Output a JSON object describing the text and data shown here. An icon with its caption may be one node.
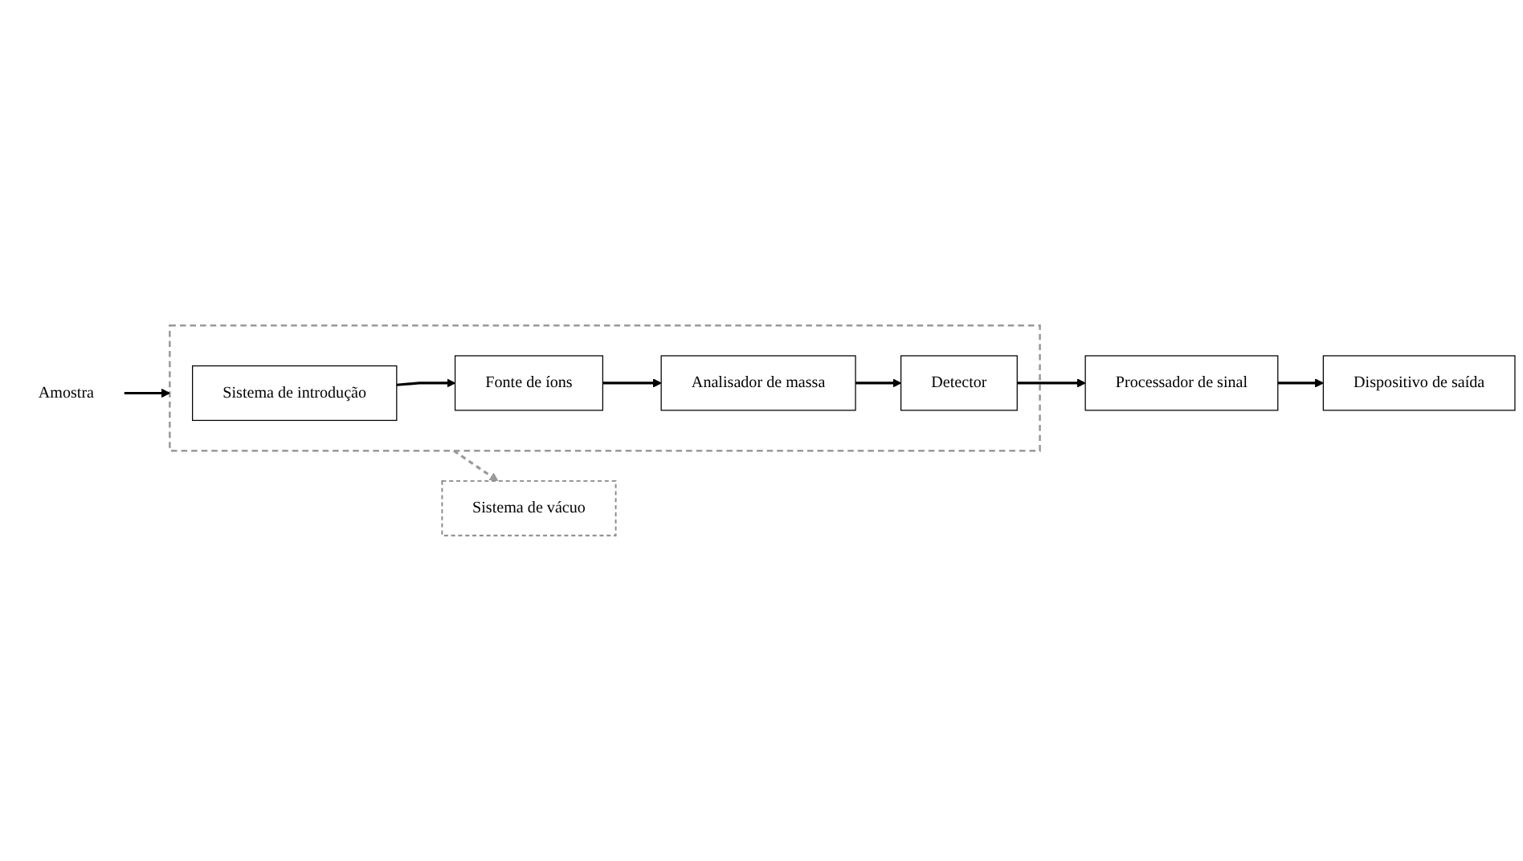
{
  "diagram": {
    "nodes": [
      {
        "text": [
          "Amostra"
        ]
      },
      {
        "text": [],
        "shape": "box"
      },
      {
        "text": [
          "Sistema de introdução"
        ],
        "in": 1
      },
      {
        "text": [
          "Fonte de íons"
        ],
        "in": 1
      },
      {
        "text": [
          "Analisador de massa"
        ],
        "in": 1
      },
      {
        "text": [
          "Detector"
        ],
        "in": 1
      },
      {
        "text": [
          "Sistema de vácuo"
        ]
      },
      {
        "text": [
          "Processador de sinal"
        ]
      },
      {
        "text": [
          "Dispositivo de saída"
        ]
      }
    ],
    "edges": [
      {
        "from": 0,
        "to": 1,
        "arrow": "to"
      },
      {
        "from": 2,
        "to": 3,
        "arrow": "to"
      },
      {
        "from": 3,
        "to": 4,
        "arrow": "to"
      },
      {
        "from": 4,
        "to": 5,
        "arrow": "to"
      },
      {
        "from": 1,
        "to": 6,
        "arrow": "to",
        "style": "dashed",
        "color": "#999999"
      },
      {
        "from": 5,
        "to": 7,
        "arrow": "to"
      },
      {
        "from": 7,
        "to": 8,
        "arrow": "to"
      }
    ]
  }
}
